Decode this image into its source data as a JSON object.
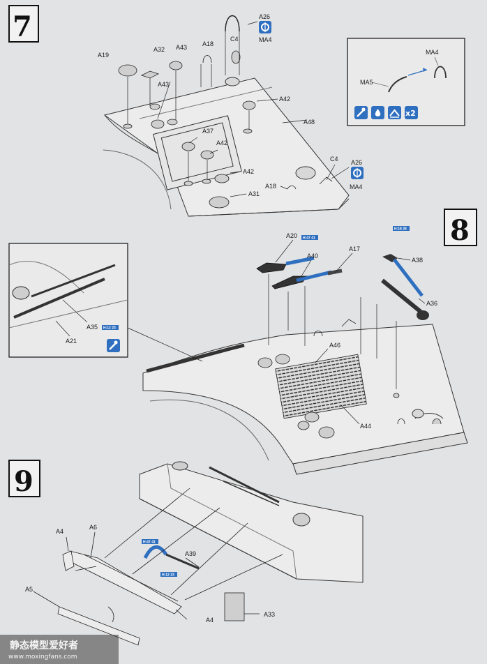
{
  "steps": [
    {
      "number": "7"
    },
    {
      "number": "8"
    },
    {
      "number": "9"
    }
  ],
  "step7": {
    "parts": {
      "a19": "A19",
      "a32": "A32",
      "a43_top": "A43",
      "a18_top": "A18",
      "c4_top": "C4",
      "a26_top": "A26",
      "ma4_top": "MA4",
      "a43_mid": "A43",
      "a42_right": "A42",
      "a48": "A48",
      "a37": "A37",
      "a42_mid": "A42",
      "a42_low": "A42",
      "a31": "A31",
      "a18_low": "A18",
      "c4_low": "C4",
      "a26_low": "A26",
      "ma4_low": "MA4"
    },
    "inset": {
      "ma4": "MA4",
      "ma5": "MA5",
      "multiplier": "x2"
    }
  },
  "step8": {
    "parts": {
      "a20": "A20",
      "a17": "A17",
      "a40": "A40",
      "a38": "A38",
      "a36": "A36",
      "a46": "A46",
      "a44": "A44",
      "a35": "A35",
      "a21": "A21"
    },
    "refs": {
      "a20": "H:47 41",
      "a38": "H:18 28",
      "a35": "H:12 23"
    }
  },
  "step9": {
    "parts": {
      "a4_left": "A4",
      "a6": "A6",
      "a5": "A5",
      "a39": "A39",
      "a4_bottom": "A4",
      "a33": "A33"
    },
    "refs": {
      "upper": "H:47 41",
      "lower": "H:12 23"
    }
  },
  "watermark": {
    "name": "静态模型爱好者",
    "url": "www.moxingfans.com"
  },
  "colors": {
    "accent_blue": "#2f6fc0",
    "paper": "#e2e3e5"
  }
}
